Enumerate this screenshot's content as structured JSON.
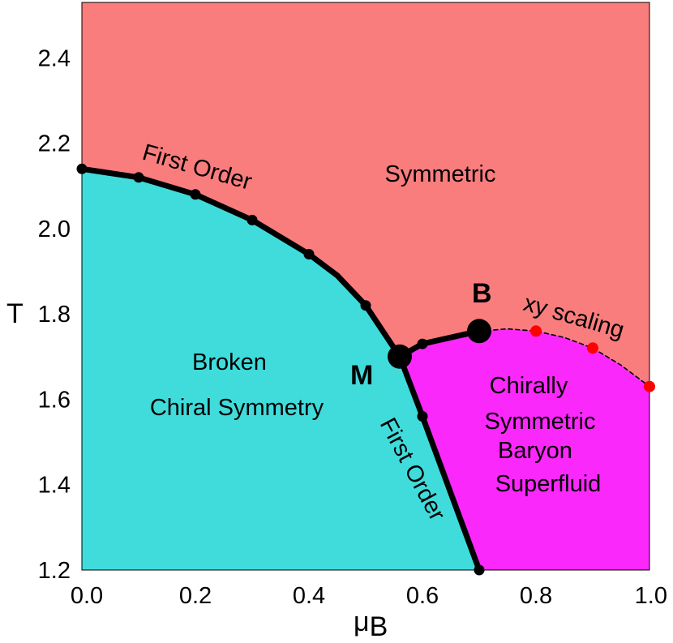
{
  "chart_data": {
    "type": "line",
    "xlabel": "μ",
    "xlabel_sub": "B",
    "ylabel": "T",
    "xlim": [
      0.0,
      1.0
    ],
    "ylim": [
      1.2,
      2.53
    ],
    "x_ticks": [
      0.0,
      0.2,
      0.4,
      0.6,
      0.8,
      1.0
    ],
    "x_tick_labels": [
      "0.0",
      "0.2",
      "0.4",
      "0.6",
      "0.8",
      "1.0"
    ],
    "y_ticks": [
      1.2,
      1.4,
      1.6,
      1.8,
      2.0,
      2.2,
      2.4
    ],
    "y_tick_labels": [
      "1.2",
      "1.4",
      "1.6",
      "1.8",
      "2.0",
      "2.2",
      "2.4"
    ],
    "colors": {
      "symmetric": "#fa7d7d",
      "broken": "#40dcdc",
      "superfluid": "#fa28fa",
      "line": "#000000",
      "xy_points": "#ff0000"
    },
    "regions": [
      {
        "key": "symmetric",
        "lines": [
          "Symmetric"
        ]
      },
      {
        "key": "broken",
        "lines": [
          "Broken",
          "Chiral Symmetry"
        ]
      },
      {
        "key": "superfluid",
        "lines": [
          "Chirally",
          "Symmetric",
          "Baryon",
          "Superfluid"
        ]
      }
    ],
    "series": [
      {
        "key": "first_order_upper",
        "label": "First Order",
        "style": "thick-solid",
        "x": [
          0.0,
          0.1,
          0.2,
          0.3,
          0.4,
          0.45,
          0.5,
          0.56
        ],
        "y": [
          2.14,
          2.12,
          2.08,
          2.02,
          1.94,
          1.89,
          1.82,
          1.7
        ],
        "markers": [
          0.0,
          0.1,
          0.2,
          0.3,
          0.4,
          0.5
        ]
      },
      {
        "key": "first_order_lower",
        "label": "First Order",
        "style": "thick-solid",
        "x": [
          0.56,
          0.6,
          0.65,
          0.7
        ],
        "y": [
          1.7,
          1.56,
          1.38,
          1.2
        ],
        "markers": [
          0.6,
          0.7
        ]
      },
      {
        "key": "m_to_b",
        "label": "",
        "style": "thick-solid",
        "x": [
          0.56,
          0.6,
          0.7
        ],
        "y": [
          1.7,
          1.73,
          1.76
        ],
        "markers": [
          0.6
        ]
      },
      {
        "key": "xy_scaling",
        "label": "xy scaling",
        "style": "dashed",
        "x": [
          0.7,
          0.75,
          0.8,
          0.85,
          0.9,
          0.95,
          1.0
        ],
        "y": [
          1.76,
          1.765,
          1.76,
          1.745,
          1.72,
          1.68,
          1.63
        ],
        "markers": [
          0.8,
          0.9,
          1.0
        ]
      }
    ],
    "special_points": [
      {
        "name": "M",
        "x": 0.56,
        "y": 1.7
      },
      {
        "name": "B",
        "x": 0.7,
        "y": 1.76
      }
    ]
  }
}
